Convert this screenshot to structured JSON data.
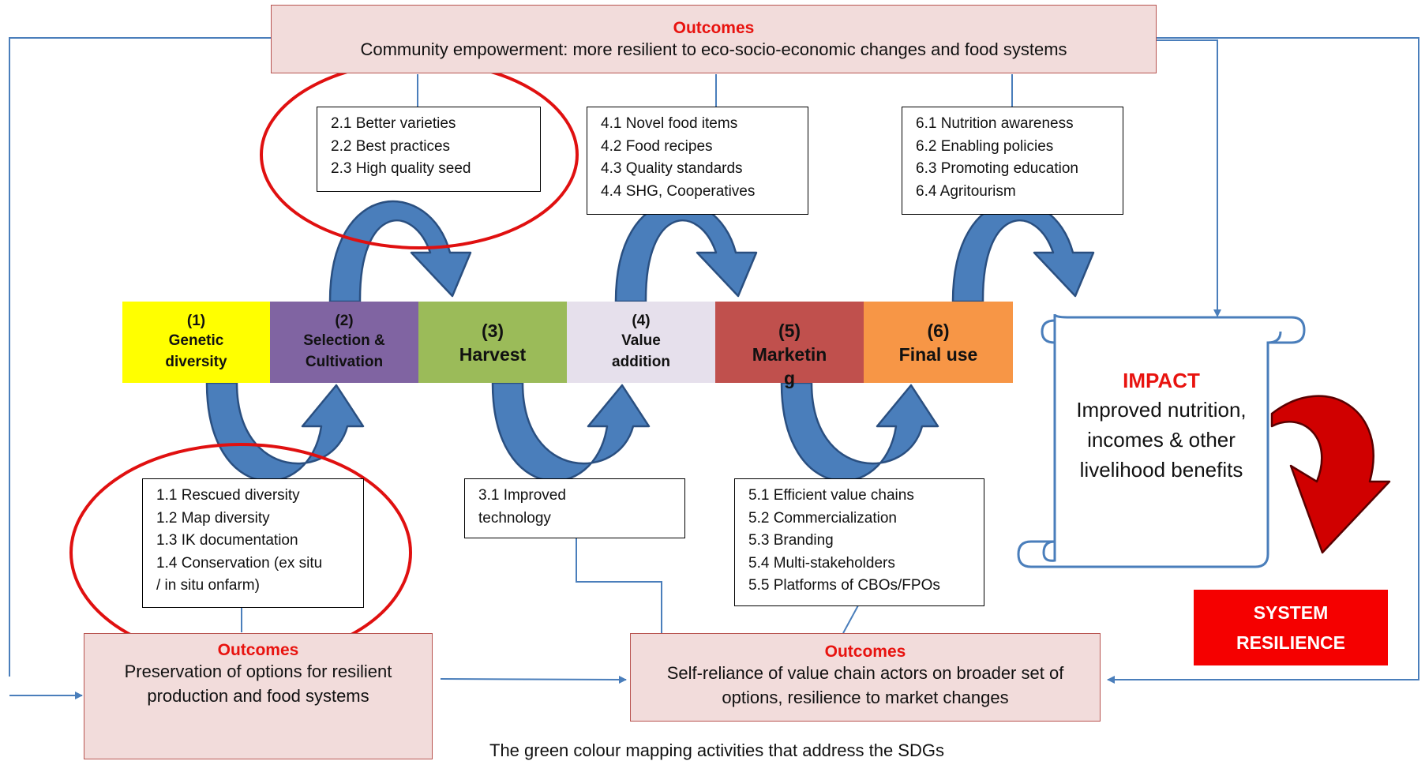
{
  "colors": {
    "outcome_fill": "#f2dcdb",
    "outcome_border": "#b85450",
    "outcome_title": "#e8130f",
    "arrow_fill": "#4a7ebb",
    "arrow_stroke": "#2a4f80",
    "ellipse": "#e01010",
    "connector": "#4a7ebb",
    "resilience_fill": "#f50000",
    "resilience_arrow": "#d00000"
  },
  "top_outcome": {
    "title": "Outcomes",
    "text": "Community empowerment: more resilient to eco-socio-economic changes and food systems"
  },
  "left_outcome": {
    "title": "Outcomes",
    "text": "Preservation of options for resilient production and food systems"
  },
  "right_outcome": {
    "title": "Outcomes",
    "text": "Self-reliance of value chain actors on broader set of options, resilience to market changes"
  },
  "stages": [
    {
      "num": "(1)",
      "label": "Genetic diversity",
      "color": "#ffff00"
    },
    {
      "num": "(2)",
      "label": "Selection & Cultivation",
      "color": "#8064a2"
    },
    {
      "num": "(3)",
      "label": "Harvest",
      "color": "#9bbb59"
    },
    {
      "num": "(4)",
      "label": "Value addition",
      "color": "#e6e0ec"
    },
    {
      "num": "(5)",
      "label": "Marketin g",
      "color": "#c0504d"
    },
    {
      "num": "(6)",
      "label": "Final use",
      "color": "#f79646"
    }
  ],
  "box2": [
    "2.1 Better varieties",
    "2.2 Best practices",
    "2.3 High quality seed"
  ],
  "box4": [
    "4.1 Novel food items",
    "4.2 Food recipes",
    "4.3 Quality standards",
    "4.4 SHG, Cooperatives"
  ],
  "box6": [
    "6.1 Nutrition awareness",
    "6.2 Enabling policies",
    "6.3 Promoting education",
    "6.4 Agritourism"
  ],
  "box1": [
    "1.1 Rescued diversity",
    "1.2 Map diversity",
    "1.3 IK documentation",
    "1.4 Conservation (ex situ",
    "/ in situ onfarm)"
  ],
  "box3": [
    "3.1 Improved",
    "technology"
  ],
  "box5": [
    "5.1 Efficient value chains",
    "5.2 Commercialization",
    "5.3 Branding",
    "5.4 Multi-stakeholders",
    "5.5 Platforms of CBOs/FPOs"
  ],
  "impact": {
    "title": "IMPACT",
    "text": "Improved nutrition, incomes & other livelihood benefits"
  },
  "system_resilience": "SYSTEM RESILIENCE",
  "footer_partial": "The green colour mapping activities that address the SDGs"
}
